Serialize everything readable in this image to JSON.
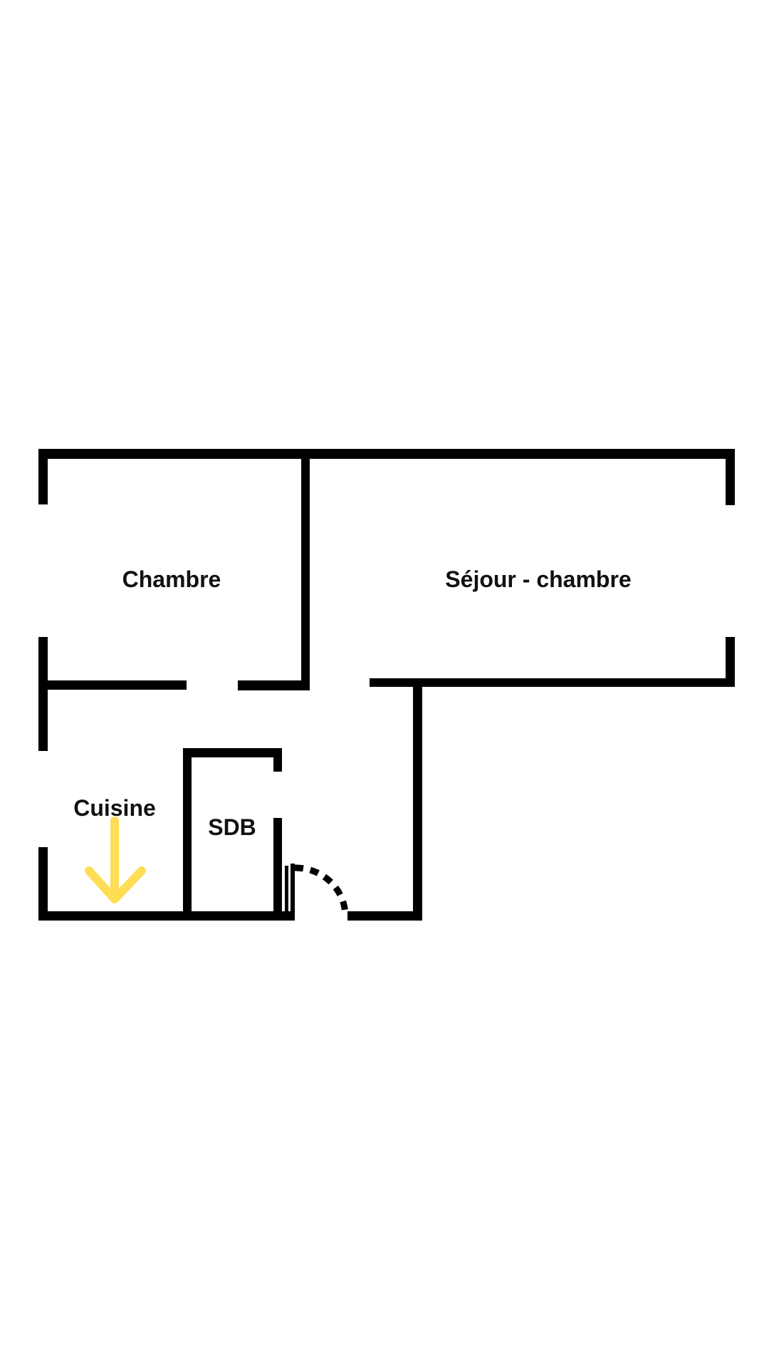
{
  "plan": {
    "rooms": {
      "chambre": "Chambre",
      "sejour": "Séjour - chambre",
      "cuisine": "Cuisine",
      "sdb": "SDB"
    },
    "colors": {
      "wall": "#000000",
      "arrow": "#FFDD55"
    },
    "arrow_icon": "arrow-down-icon"
  }
}
